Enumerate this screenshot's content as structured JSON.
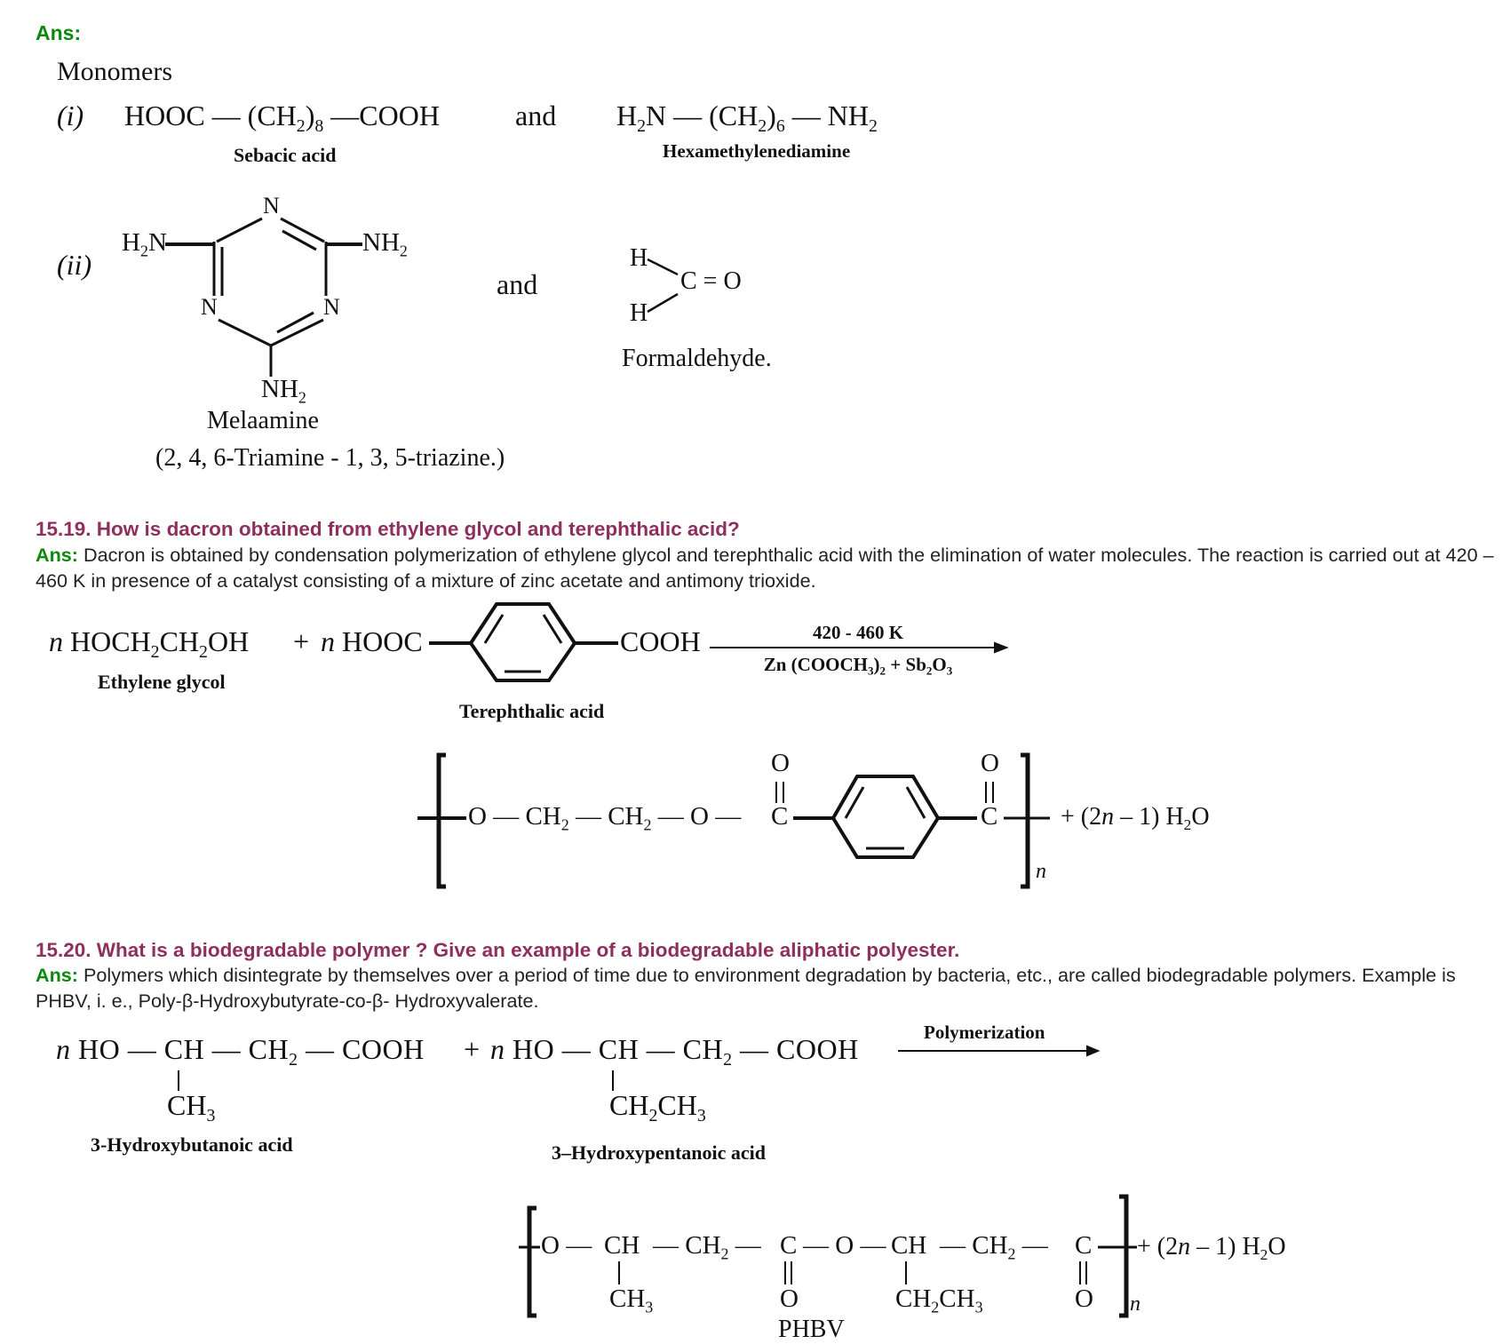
{
  "top_ans_label": "Ans:",
  "monomers": {
    "title": "Monomers",
    "i_label": "(i)",
    "ii_label": "(ii)",
    "sebacic_formula": [
      {
        "t": "HOOC — (CH"
      },
      {
        "sub": "2"
      },
      {
        "t": ")"
      },
      {
        "sub": "8"
      },
      {
        "t": " —COOH"
      }
    ],
    "sebacic_name": "Sebacic acid",
    "and_1": "and",
    "hmda_formula": [
      {
        "t": "H"
      },
      {
        "sub": "2"
      },
      {
        "t": "N — (CH"
      },
      {
        "sub": "2"
      },
      {
        "t": ")"
      },
      {
        "sub": "6"
      },
      {
        "t": " — NH"
      },
      {
        "sub": "2"
      }
    ],
    "hmda_name": "Hexamethylenediamine",
    "melamine": {
      "n_top": "N",
      "n_left": "N",
      "n_right": "N",
      "left_group": [
        {
          "t": "H"
        },
        {
          "sub": "2"
        },
        {
          "t": "N"
        }
      ],
      "right_group": [
        {
          "t": "NH"
        },
        {
          "sub": "2"
        }
      ],
      "bottom_group": [
        {
          "t": "NH"
        },
        {
          "sub": "2"
        }
      ],
      "name": "Melaamine",
      "iupac": "(2, 4, 6-Triamine - 1, 3, 5-triazine.)"
    },
    "and_2": "and",
    "formaldehyde": {
      "h_top": "H",
      "h_bottom": "H",
      "co": "C = O",
      "name": "Formaldehyde."
    }
  },
  "q_15_19": {
    "question": "15.19. How is dacron obtained from ethylene glycol and terephthalic acid?",
    "ans_label": "Ans:",
    "answer": " Dacron is obtained by condensation polymerization of ethylene glycol and terephthalic acid with the elimination of water molecules. The reaction is carried out at 420 – 460 K in presence of a catalyst consisting of a mixture of zinc acetate and antimony trioxide.",
    "equation": {
      "glycol": [
        {
          "i": "n"
        },
        {
          "t": " HOCH"
        },
        {
          "sub": "2"
        },
        {
          "t": "CH"
        },
        {
          "sub": "2"
        },
        {
          "t": "OH"
        }
      ],
      "plus": "+",
      "acid_left": [
        {
          "i": "n"
        },
        {
          "t": " HOOC"
        }
      ],
      "acid_right": "COOH",
      "condition_top": "420 - 460 K",
      "condition_bottom": [
        {
          "t": "Zn (COOCH"
        },
        {
          "sub": "3"
        },
        {
          "t": ")"
        },
        {
          "sub": "2"
        },
        {
          "t": " + Sb"
        },
        {
          "sub": "2"
        },
        {
          "t": "O"
        },
        {
          "sub": "3"
        }
      ],
      "glycol_name": "Ethylene glycol",
      "acid_name": "Terephthalic acid"
    },
    "product": {
      "chain": [
        {
          "t": "O — CH"
        },
        {
          "sub": "2"
        },
        {
          "t": " — CH"
        },
        {
          "sub": "2"
        },
        {
          "t": " — O —"
        }
      ],
      "c1": "C",
      "o1": "O",
      "c2": "C",
      "o2": "O",
      "repeat": "n",
      "byproduct": [
        {
          "t": "+ (2"
        },
        {
          "i": "n"
        },
        {
          "t": " – 1) H"
        },
        {
          "sub": "2"
        },
        {
          "t": "O"
        }
      ]
    }
  },
  "q_15_20": {
    "question": "15.20. What is a biodegradable polymer ? Give an example of a biodegradable aliphatic polyester.",
    "ans_label": "Ans:",
    "answer": " Polymers which disintegrate by themselves over a period of time due to environment degradation by bacteria, etc., are called biodegradable polymers. Example is PHBV, i. e., Poly-β-Hydroxybutyrate-co-β- Hydroxyvalerate.",
    "equation": {
      "reactant_1": [
        {
          "i": "n"
        },
        {
          "t": " HO — CH — CH"
        },
        {
          "sub": "2"
        },
        {
          "t": " — COOH"
        }
      ],
      "plus": "+",
      "reactant_2": [
        {
          "i": "n"
        },
        {
          "t": " HO — CH — CH"
        },
        {
          "sub": "2"
        },
        {
          "t": " — COOH"
        }
      ],
      "sub_1": [
        {
          "t": "CH"
        },
        {
          "sub": "3"
        }
      ],
      "sub_2": [
        {
          "t": "CH"
        },
        {
          "sub": "2"
        },
        {
          "t": "CH"
        },
        {
          "sub": "3"
        }
      ],
      "arrow_label": "Polymerization",
      "name_1": "3-Hydroxybutanoic acid",
      "name_2": "3–Hydroxypentanoic acid"
    },
    "product": {
      "p1": "O —",
      "p2": "CH",
      "p3": [
        {
          "t": "— CH"
        },
        {
          "sub": "2"
        },
        {
          "t": " —"
        }
      ],
      "p4": "C",
      "p5": "— O —",
      "p6": "CH",
      "p7": [
        {
          "t": "— CH"
        },
        {
          "sub": "2"
        },
        {
          "t": " —"
        }
      ],
      "p8": "C",
      "sub_1": [
        {
          "t": "CH"
        },
        {
          "sub": "3"
        }
      ],
      "o_1": "O",
      "sub_2": [
        {
          "t": "CH"
        },
        {
          "sub": "2"
        },
        {
          "t": "CH"
        },
        {
          "sub": "3"
        }
      ],
      "o_2": "O",
      "repeat": "n",
      "byproduct": [
        {
          "t": "+ (2"
        },
        {
          "i": "n"
        },
        {
          "t": " – 1) H"
        },
        {
          "sub": "2"
        },
        {
          "t": "O"
        }
      ],
      "name": "PHBV"
    }
  }
}
